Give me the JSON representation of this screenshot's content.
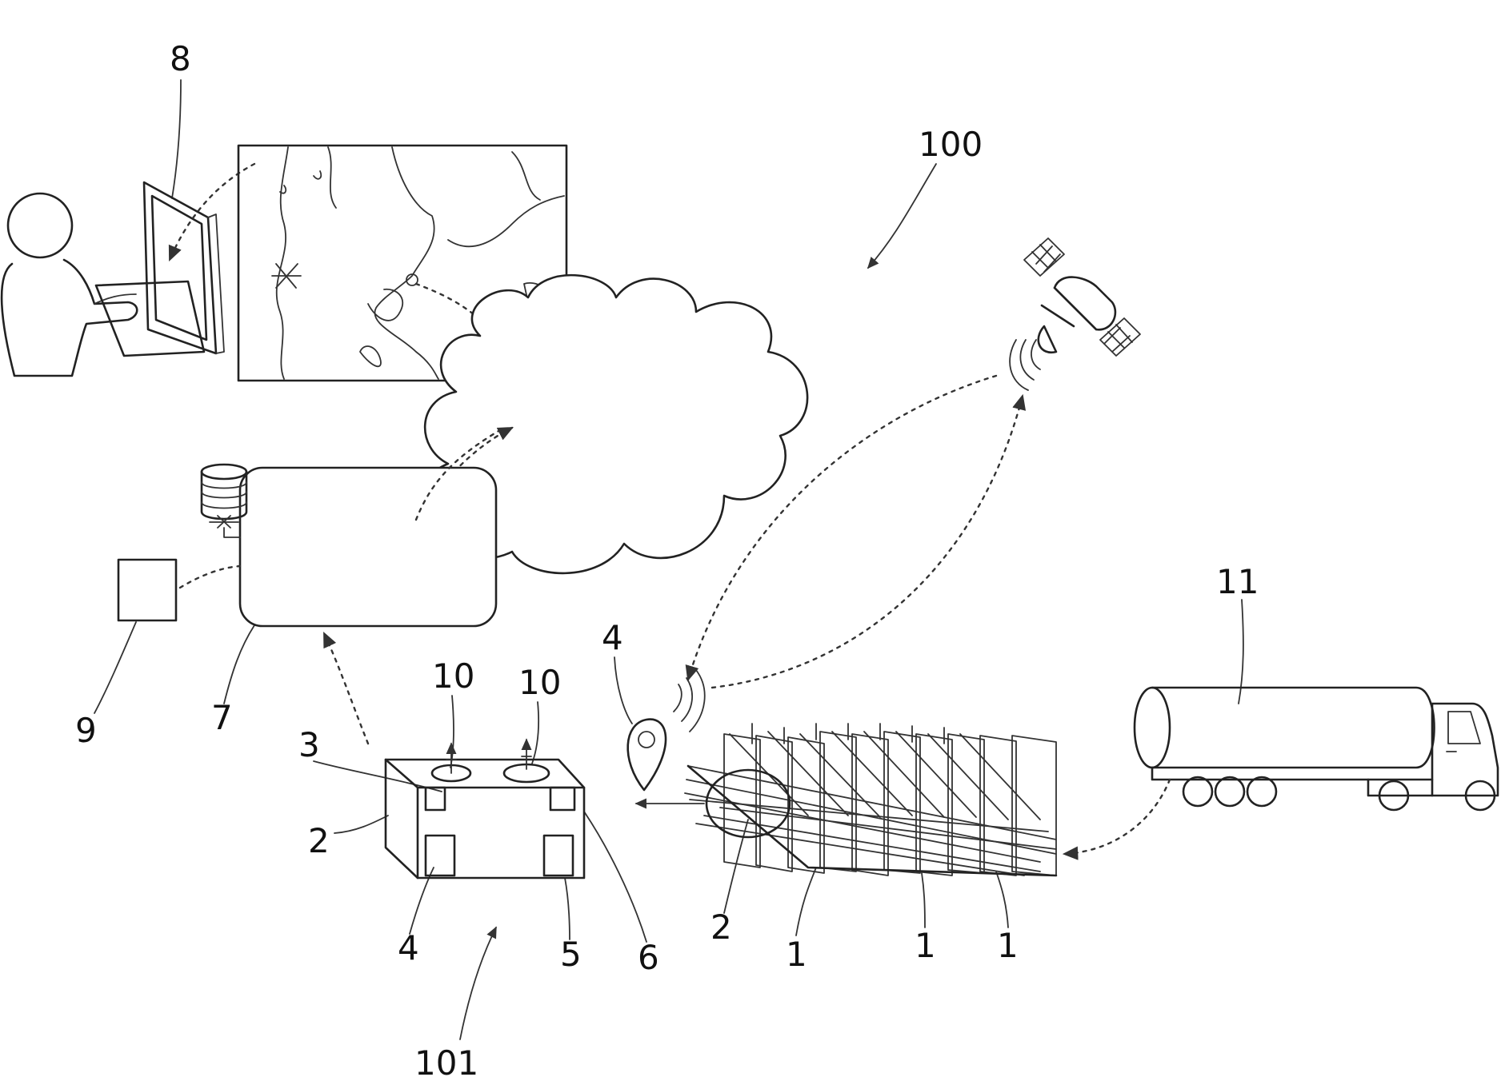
{
  "figure": {
    "labels": {
      "system": "100",
      "field_unit": "101",
      "weighing_unit": "1",
      "unit_housing": "2",
      "unit_sensor_3": "3",
      "position_unit": "4",
      "unit_component_5": "5",
      "unit_component_6": "6",
      "server": "7",
      "terminal": "8",
      "external_device": "9",
      "outlet": "10",
      "tanker": "11"
    }
  }
}
